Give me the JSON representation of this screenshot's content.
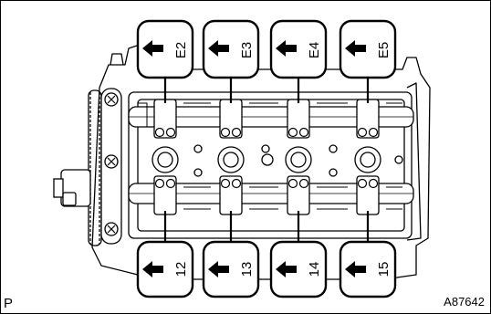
{
  "figure": {
    "corner_letter": "P",
    "figure_id": "A87642",
    "top_callouts": [
      {
        "label": "E2",
        "arrow": "left-arrow"
      },
      {
        "label": "E3",
        "arrow": "left-arrow"
      },
      {
        "label": "E4",
        "arrow": "left-arrow"
      },
      {
        "label": "E5",
        "arrow": "left-arrow"
      }
    ],
    "bottom_callouts": [
      {
        "label": "12",
        "arrow": "left-arrow"
      },
      {
        "label": "13",
        "arrow": "left-arrow"
      },
      {
        "label": "14",
        "arrow": "left-arrow"
      },
      {
        "label": "15",
        "arrow": "left-arrow"
      }
    ],
    "colors": {
      "ink": "#000000",
      "paper": "#ffffff"
    }
  }
}
